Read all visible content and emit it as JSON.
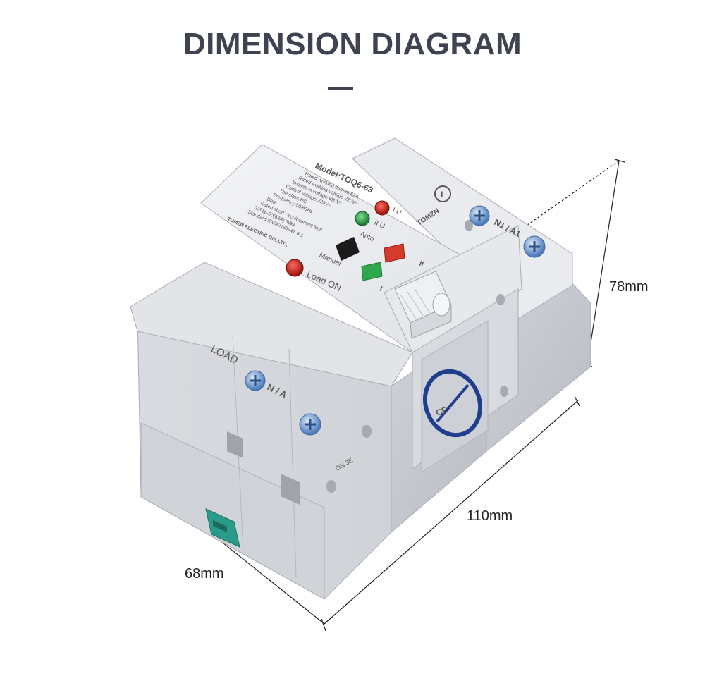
{
  "page": {
    "title": "DIMENSION DIAGRAM"
  },
  "dimensions": {
    "height": "78mm",
    "length": "110mm",
    "width": "68mm"
  },
  "device": {
    "model": "Model:TOQ6-63",
    "specs": [
      "Rated working current  63A",
      "Rated working voltage  220V~",
      "Insulation voltage  690V~",
      "Control voltage  220V~",
      "The class  PC",
      "Frequency  50/60Hz",
      "Date",
      "Rated short-circuit current limit",
      "(RT16-00(63A)  50kA",
      "Standard  IEC/EN60947-6-1"
    ],
    "manufacturer": "TOMZN ELECTRIC CO.,LTD.",
    "brand": "TOMZN",
    "indicator_i": "I U",
    "indicator_ii": "II U",
    "mode_auto": "Auto",
    "mode_manual": "Manual",
    "load_on": "Load ON",
    "load_terminal": "LOAD",
    "load_terminal_marks": "N / A",
    "source_terminal_marks": "N1 / A1",
    "power_symbol": "I",
    "switch_pos_ii": "II",
    "switch_pos_i": "I",
    "seal_text": "CE",
    "side_badge": "ON 3E",
    "colors": {
      "body": "#e4e6ea",
      "indicator_red": "#c8231e",
      "indicator_green": "#2ea84a",
      "din_clip": "#2a9a8a",
      "badge_blue": "#1f3f8e",
      "screw_blue": "#5f8ec8"
    }
  }
}
